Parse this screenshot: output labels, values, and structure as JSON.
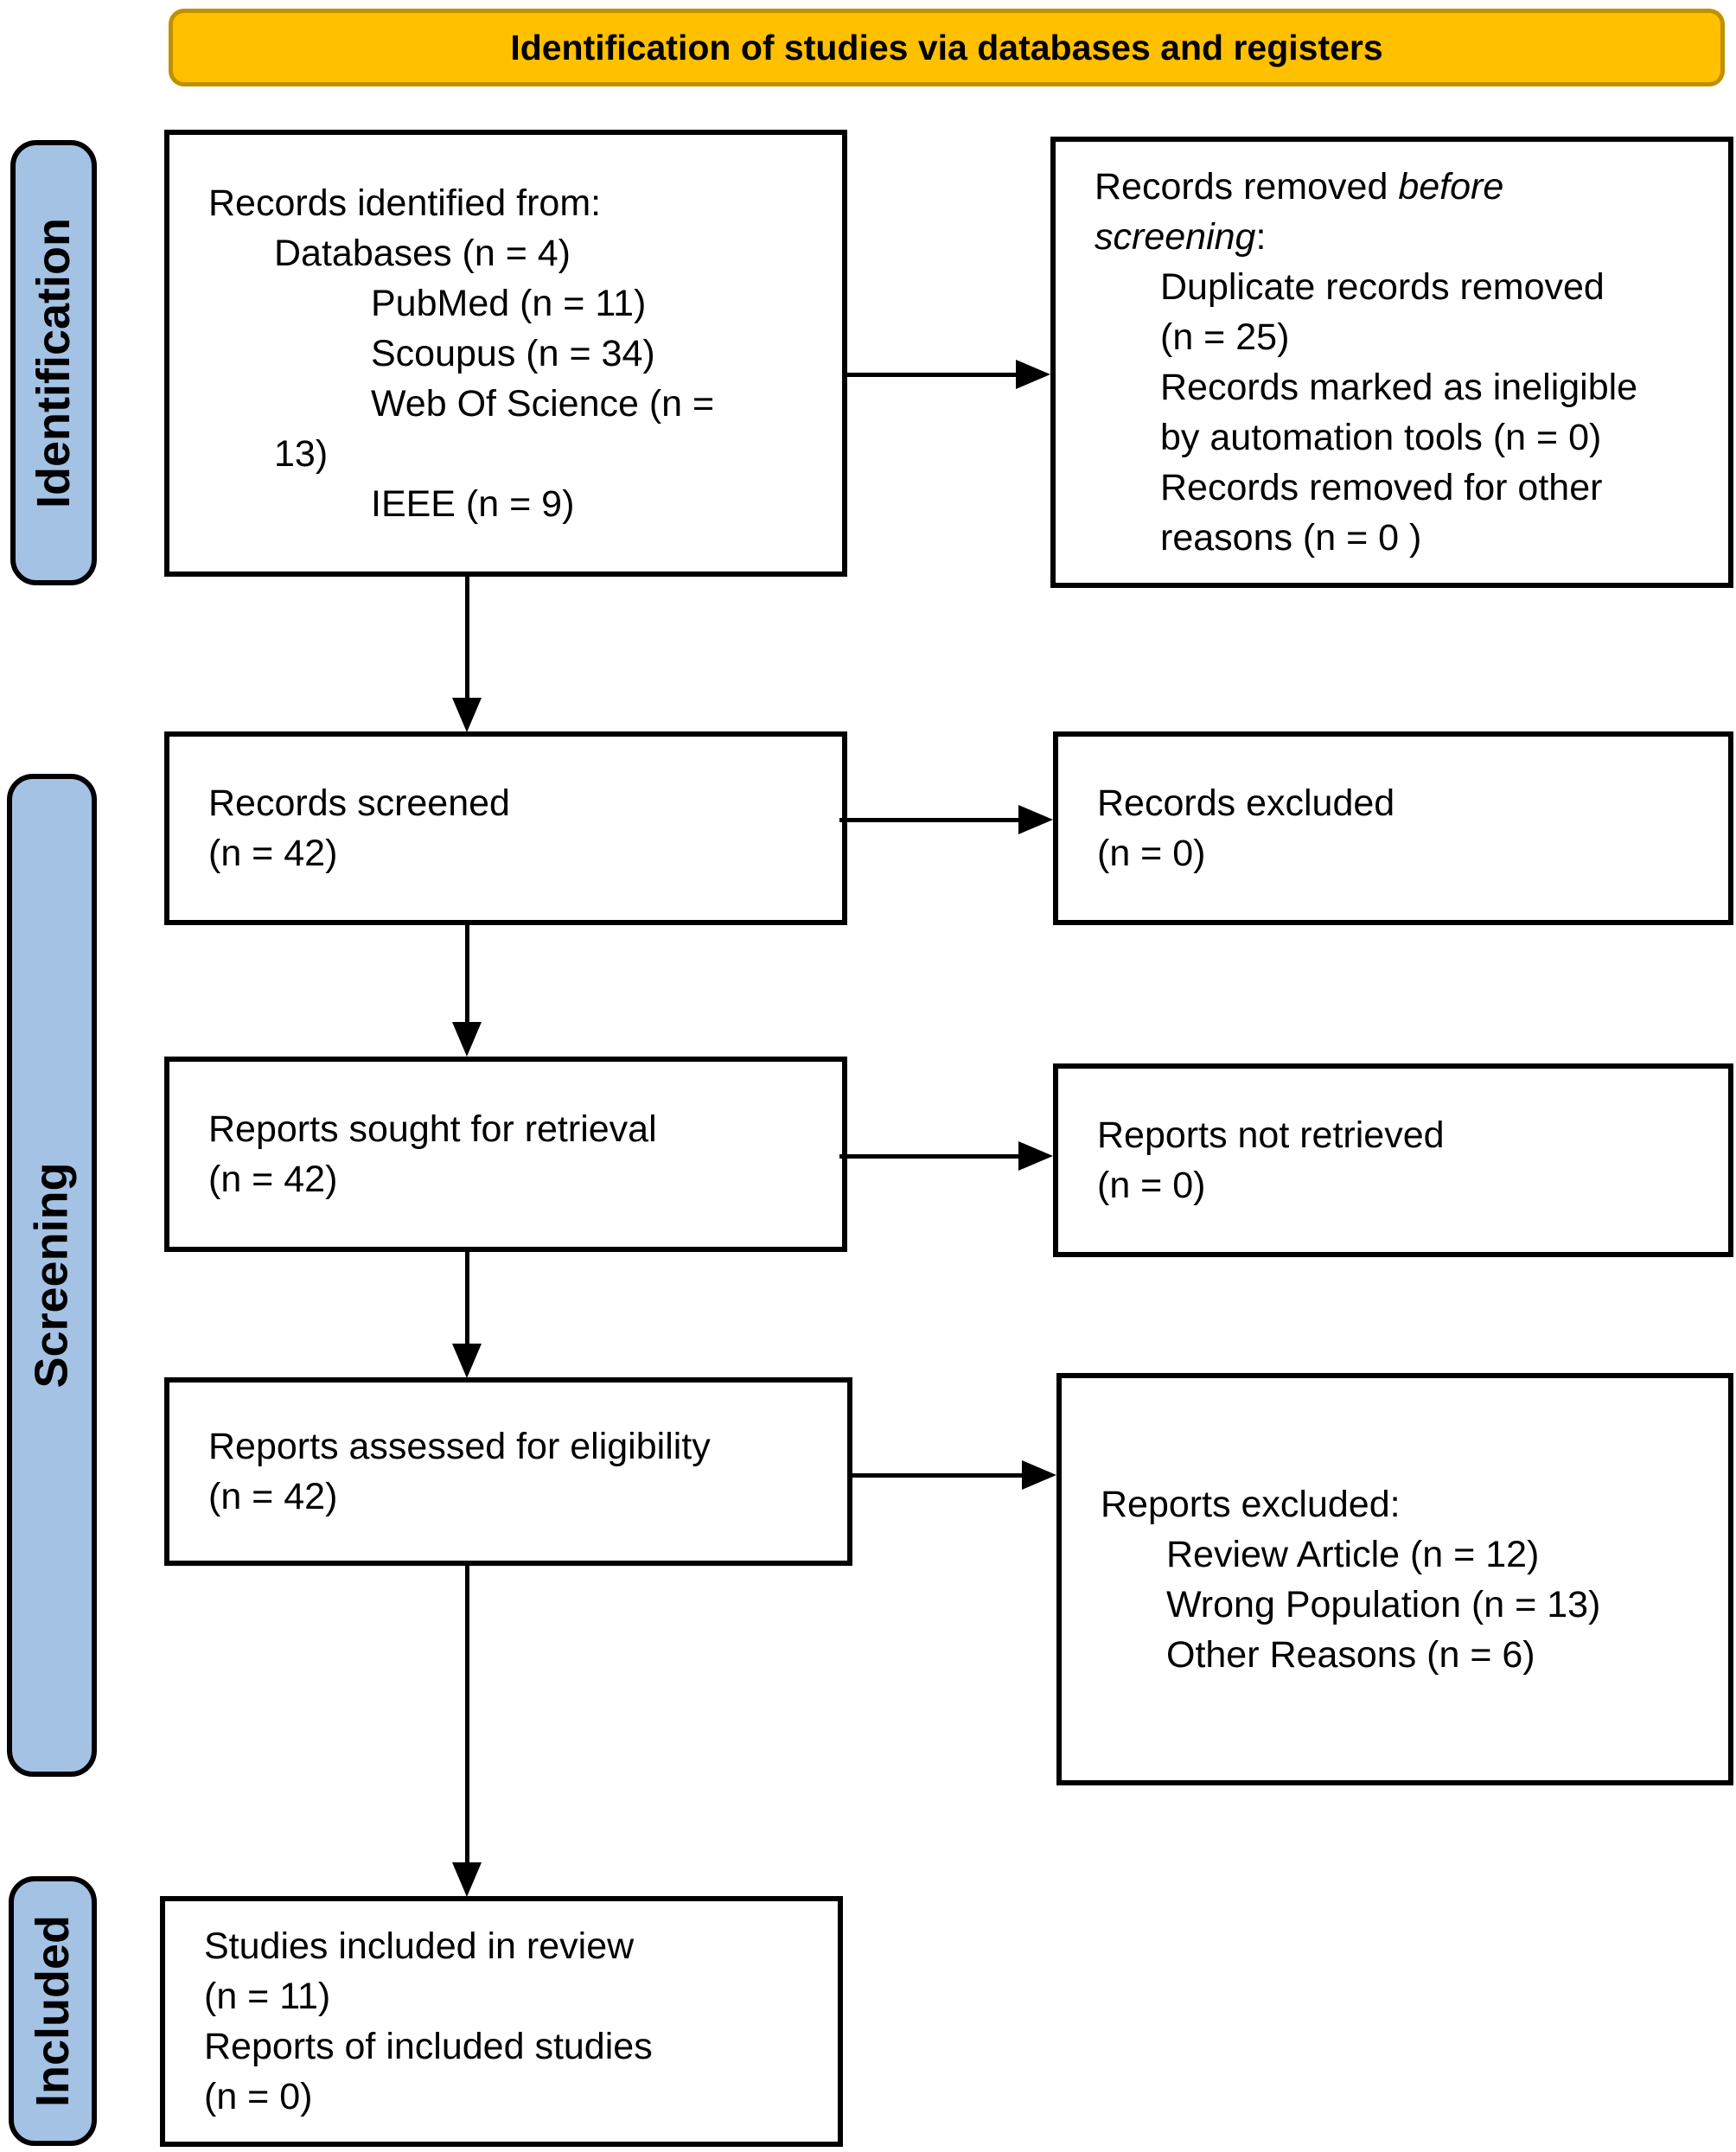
{
  "title": "Identification of studies via databases and registers",
  "side_labels": {
    "identification": "Identification",
    "screening": "Screening",
    "included": "Included"
  },
  "boxes": {
    "records_identified": {
      "lines": [
        "Records identified from:",
        "Databases (n = 4)",
        "PubMed (n = 11)",
        "Scoupus (n = 34)",
        "Web Of Science (n =",
        "13)",
        "IEEE (n = 9)"
      ]
    },
    "records_removed": {
      "line1_regular": "Records removed ",
      "line1_italic": "before",
      "line2_italic": "screening",
      "line2_regular": ":",
      "lines": [
        "Duplicate records removed",
        "(n = 25)",
        "Records marked as ineligible",
        "by automation tools (n = 0)",
        "Records removed for other",
        "reasons (n = 0 )"
      ]
    },
    "records_screened": {
      "lines": [
        "Records screened",
        "(n = 42)"
      ]
    },
    "records_excluded": {
      "lines": [
        "Records excluded",
        "(n = 0)"
      ]
    },
    "reports_sought": {
      "lines": [
        "Reports sought for retrieval",
        "(n = 42)"
      ]
    },
    "reports_not_retrieved": {
      "lines": [
        "Reports not retrieved",
        "(n = 0)"
      ]
    },
    "reports_assessed": {
      "lines": [
        "Reports assessed for eligibility",
        "(n = 42)"
      ]
    },
    "reports_excluded": {
      "lines": [
        "Reports excluded:",
        "Review Article (n = 12)",
        "Wrong Population (n = 13)",
        "Other Reasons (n = 6)"
      ]
    },
    "studies_included": {
      "lines": [
        "Studies included in review",
        "(n = 11)",
        "Reports of included studies",
        "(n = 0)"
      ]
    }
  },
  "colors": {
    "header-fill": "#FFC000",
    "header-border": "#BF9000",
    "label-fill": "#A4C2E4",
    "box-border": "#000000",
    "arrow": "#000000"
  }
}
